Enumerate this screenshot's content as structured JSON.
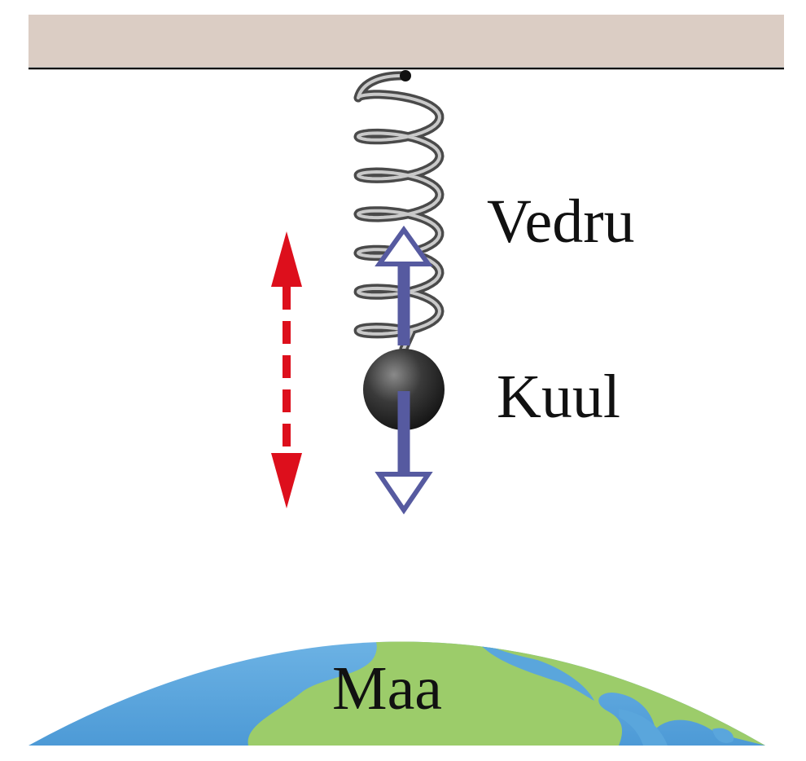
{
  "labels": {
    "spring": "Vedru",
    "ball": "Kuul",
    "earth": "Maa"
  },
  "colors": {
    "ceiling": "#dbcdc4",
    "ceiling_line": "#111111",
    "spring": "#7a7a7a",
    "ball": "#2a2a2a",
    "force_arrow": "#565aa0",
    "motion_arrow": "#dd0f1c",
    "earth_ocean": "#5aa6dc",
    "earth_land": "#9ccc6a"
  },
  "icons": {
    "spring": "coil-spring-icon",
    "ball": "sphere-icon",
    "force_up": "arrow-up-icon",
    "force_down": "arrow-down-icon",
    "motion": "double-dashed-arrow-icon"
  }
}
